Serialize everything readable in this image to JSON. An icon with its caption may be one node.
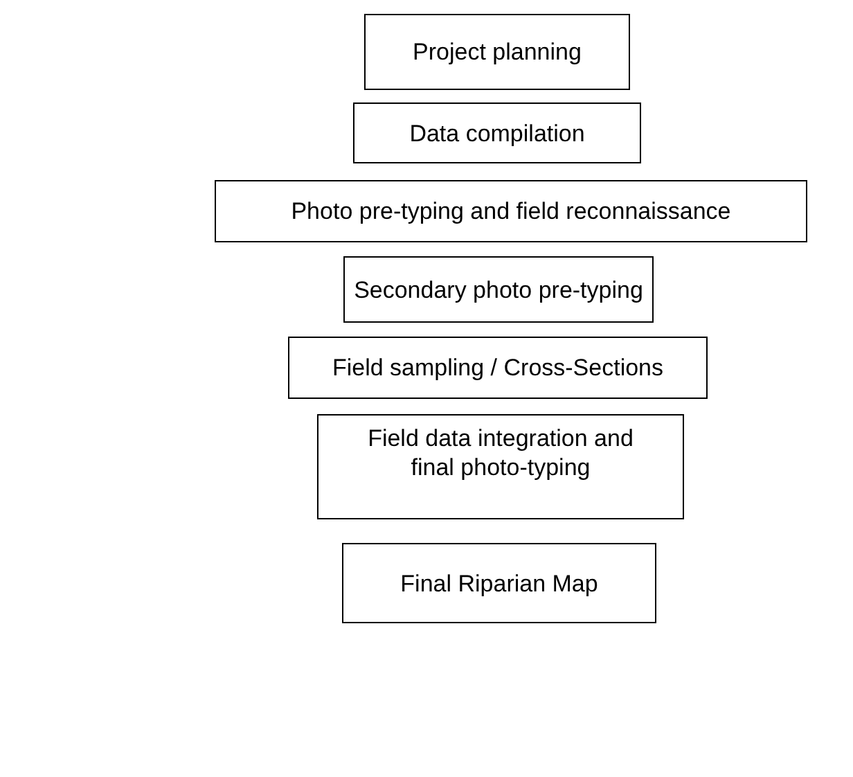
{
  "diagram": {
    "nodes": [
      {
        "text": [
          "Project planning"
        ]
      },
      {
        "text": [
          "Data compilation"
        ]
      },
      {
        "text": [
          "Photo pre-typing and field reconnaissance"
        ]
      },
      {
        "text": [
          "Secondary photo pre-typing"
        ]
      },
      {
        "text": [
          "Field sampling / Cross-Sections"
        ]
      },
      {
        "text": [
          "Field data integration and final photo-typing"
        ]
      },
      {
        "text": [
          "Final Riparian Map"
        ]
      }
    ]
  }
}
